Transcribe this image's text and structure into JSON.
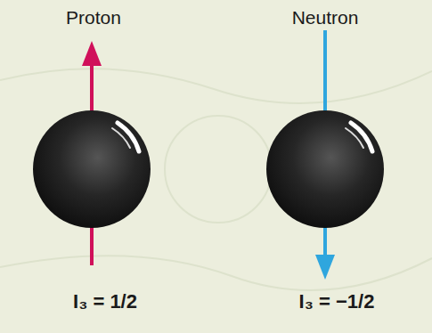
{
  "diagram": {
    "labels": [
      "Proton",
      "Neutron",
      "I₃ = 1/2",
      "I₃ = −1/2"
    ]
  }
}
